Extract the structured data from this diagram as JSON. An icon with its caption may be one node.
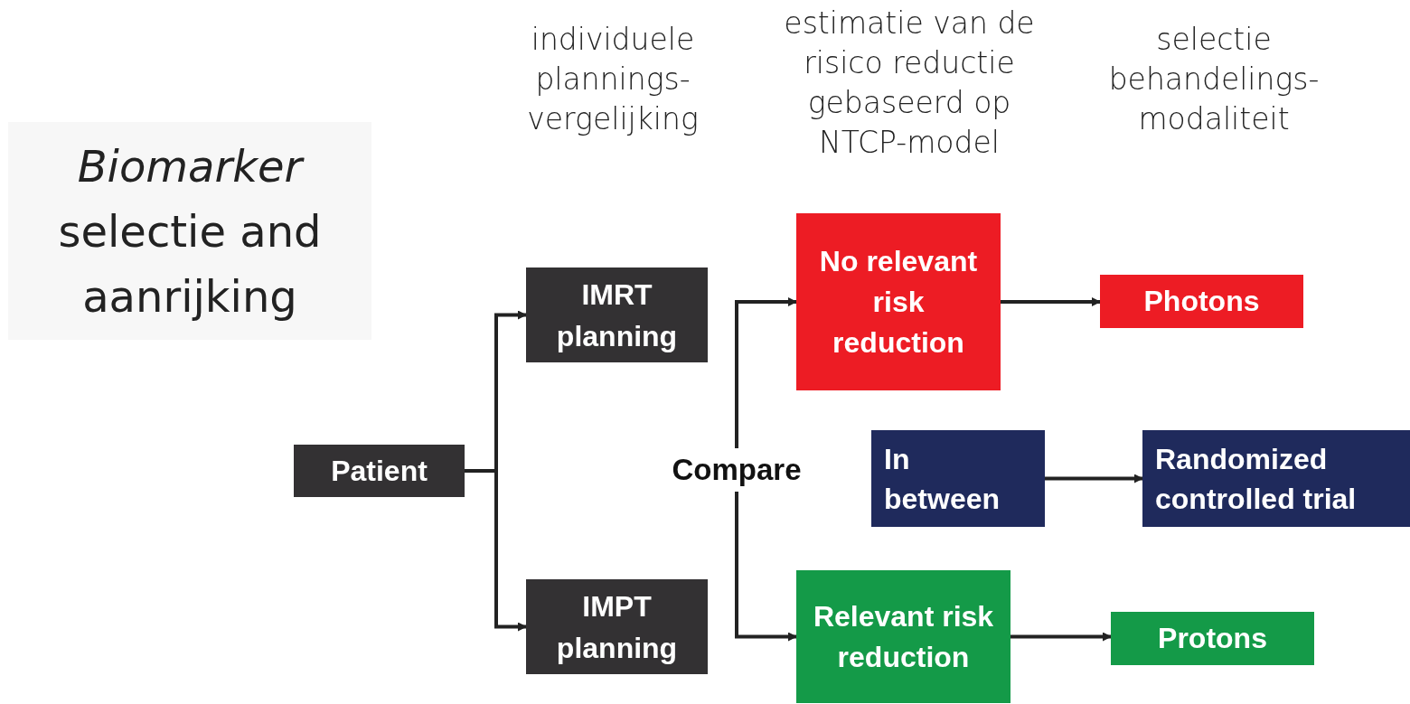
{
  "diagram": {
    "nodes": [
      {
        "text": [
          "*Biomarker* selectie and aanrijking"
        ]
      },
      {
        "text": [
          "Patient"
        ]
      },
      {
        "text": [
          "IMRT planning"
        ]
      },
      {
        "text": [
          "IMPT planning"
        ]
      },
      {
        "text": [
          "Compare"
        ]
      },
      {
        "text": [
          "No relevant risk reduction"
        ]
      },
      {
        "text": [
          "In between"
        ]
      },
      {
        "text": [
          "Relevant risk reduction"
        ]
      },
      {
        "text": [
          "Photons"
        ]
      },
      {
        "text": [
          "Randomized controlled trial"
        ]
      },
      {
        "text": [
          "Protons"
        ]
      }
    ],
    "edges": [
      {
        "from": 1,
        "to": 2,
        "arrow": "to"
      },
      {
        "from": 1,
        "to": 3,
        "arrow": "to"
      },
      {
        "from": 4,
        "to": 5,
        "arrow": "to"
      },
      {
        "from": 4,
        "to": 7,
        "arrow": "to"
      },
      {
        "from": 5,
        "to": 8,
        "arrow": "to"
      },
      {
        "from": 6,
        "to": 9,
        "arrow": "to"
      },
      {
        "from": 7,
        "to": 10,
        "arrow": "to"
      }
    ],
    "labels": [
      "individuele plannings- vergelijking",
      "estimatie van de risico reductie gebaseerd op NTCP-model",
      "selectie behandelings- modaliteit"
    ]
  }
}
